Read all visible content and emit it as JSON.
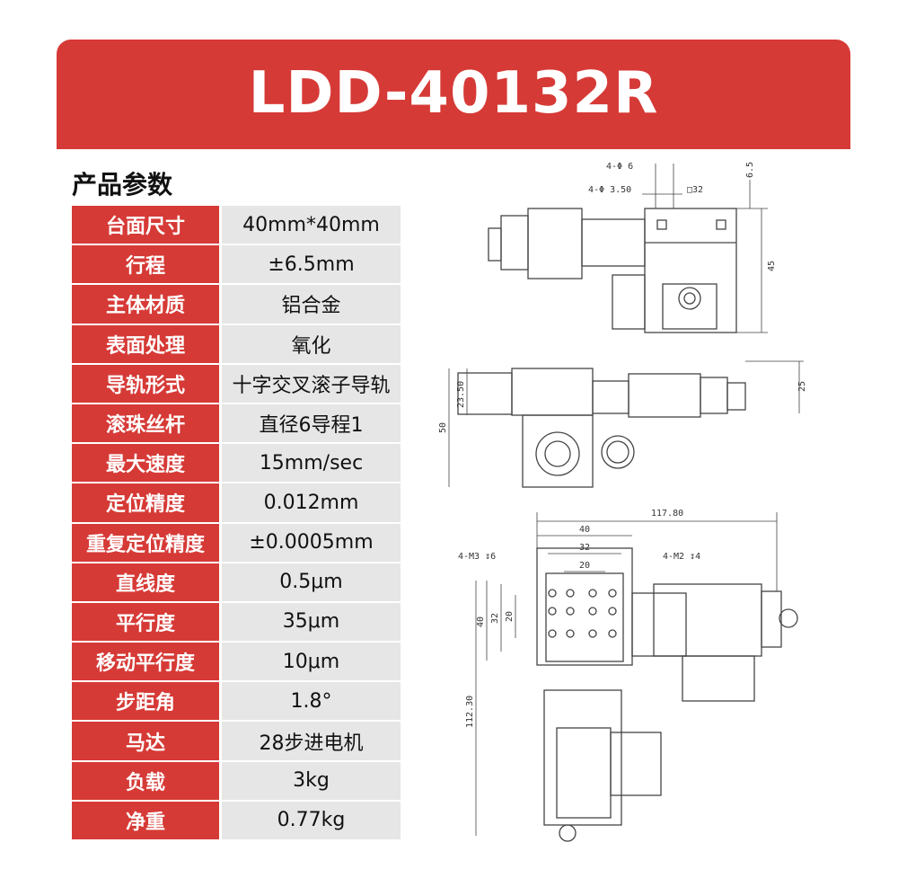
{
  "title": "LDD-40132R",
  "section_title": "产品参数",
  "specs": [
    {
      "k": "台面尺寸",
      "v": "40mm*40mm"
    },
    {
      "k": "行程",
      "v": "±6.5mm"
    },
    {
      "k": "主体材质",
      "v": "铝合金"
    },
    {
      "k": "表面处理",
      "v": "氧化"
    },
    {
      "k": "导轨形式",
      "v": "十字交叉滚子导轨"
    },
    {
      "k": "滚珠丝杆",
      "v": "直径6导程1"
    },
    {
      "k": "最大速度",
      "v": "15mm/sec"
    },
    {
      "k": "定位精度",
      "v": "0.012mm"
    },
    {
      "k": "重复定位精度",
      "v": "±0.0005mm"
    },
    {
      "k": "直线度",
      "v": "0.5μm"
    },
    {
      "k": "平行度",
      "v": "35μm"
    },
    {
      "k": "移动平行度",
      "v": "10μm"
    },
    {
      "k": "步距角",
      "v": "1.8°"
    },
    {
      "k": "马达",
      "v": "28步进电机"
    },
    {
      "k": "负载",
      "v": "3kg"
    },
    {
      "k": "净重",
      "v": "0.77kg"
    }
  ],
  "dims": {
    "d1": "4-Φ 6",
    "d2": "4-Φ 3.50",
    "d3": "□32",
    "d4": "6.5",
    "d5": "45",
    "d6": "23.50",
    "d7": "50",
    "d8": "25",
    "d9": "117.80",
    "d10": "40",
    "d11": "32",
    "d12": "20",
    "d13": "4-M3 ↧6",
    "d14": "4-M2 ↧4",
    "d15": "40",
    "d16": "32",
    "d17": "20",
    "d18": "112.30"
  },
  "colors": {
    "accent": "#d63a36",
    "cell_bg": "#e6e6e6"
  }
}
